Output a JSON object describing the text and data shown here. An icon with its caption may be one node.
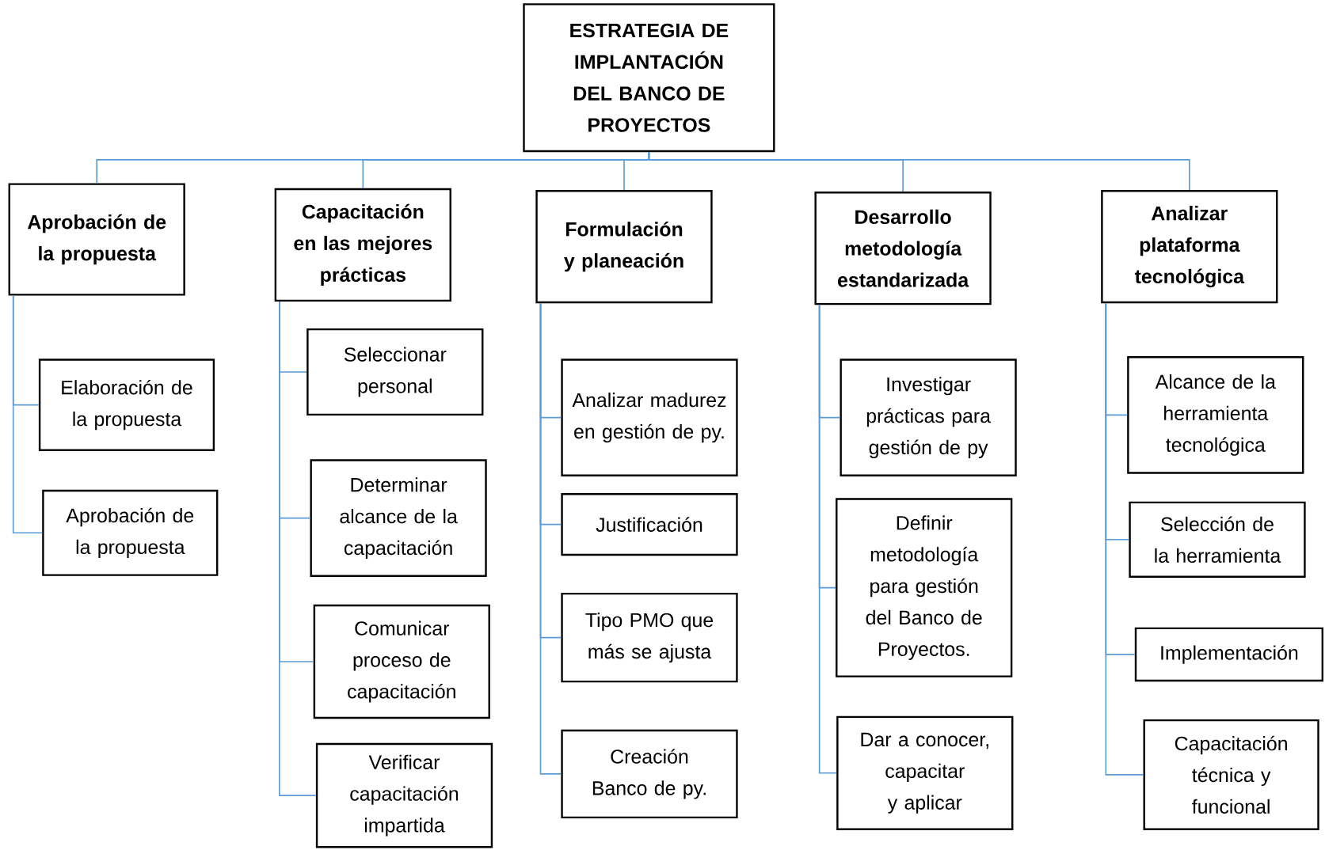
{
  "diagram": {
    "nodes": [
      {
        "text": [
          "ESTRATEGIA DE IMPLANTACIÓN DEL BANCO DE PROYECTOS"
        ]
      },
      {
        "text": [
          "Aprobación de la propuesta"
        ]
      },
      {
        "text": [
          "Capacitación en las mejores prácticas"
        ]
      },
      {
        "text": [
          "Formulación y planeación"
        ]
      },
      {
        "text": [
          "Desarrollo metodología estandarizada"
        ]
      },
      {
        "text": [
          "Analizar plataforma tecnológica"
        ]
      },
      {
        "text": [
          "Elaboración de la propuesta"
        ]
      },
      {
        "text": [
          "Aprobación de la propuesta"
        ]
      },
      {
        "text": [
          "Seleccionar personal"
        ]
      },
      {
        "text": [
          "Determinar alcance de la capacitación"
        ]
      },
      {
        "text": [
          "Comunicar proceso de capacitación"
        ]
      },
      {
        "text": [
          "Verificar capacitación impartida"
        ]
      },
      {
        "text": [
          "Analizar madurez en gestión de py."
        ]
      },
      {
        "text": [
          "Justificación"
        ]
      },
      {
        "text": [
          "Tipo PMO que más se ajusta"
        ]
      },
      {
        "text": [
          "Creación Banco de py."
        ]
      },
      {
        "text": [
          "Investigar prácticas para gestión de py"
        ]
      },
      {
        "text": [
          "Definir metodología para gestión del Banco de Proyectos."
        ]
      },
      {
        "text": [
          "Dar a conocer, capacitar y aplicar"
        ]
      },
      {
        "text": [
          "Alcance de la herramienta tecnológica"
        ]
      },
      {
        "text": [
          "Selección de la herramienta"
        ]
      },
      {
        "text": [
          "Implementación"
        ]
      },
      {
        "text": [
          "Capacitación técnica y funcional"
        ]
      }
    ],
    "edges": [
      {
        "from": 0,
        "to": 1,
        "arrow": "none"
      },
      {
        "from": 0,
        "to": 2,
        "arrow": "none"
      },
      {
        "from": 0,
        "to": 3,
        "arrow": "none"
      },
      {
        "from": 0,
        "to": 4,
        "arrow": "none"
      },
      {
        "from": 0,
        "to": 5,
        "arrow": "none"
      },
      {
        "from": 1,
        "to": 6,
        "arrow": "none"
      },
      {
        "from": 1,
        "to": 7,
        "arrow": "none"
      },
      {
        "from": 2,
        "to": 8,
        "arrow": "none"
      },
      {
        "from": 2,
        "to": 9,
        "arrow": "none"
      },
      {
        "from": 2,
        "to": 10,
        "arrow": "none"
      },
      {
        "from": 2,
        "to": 11,
        "arrow": "none"
      },
      {
        "from": 3,
        "to": 12,
        "arrow": "none"
      },
      {
        "from": 3,
        "to": 13,
        "arrow": "none"
      },
      {
        "from": 3,
        "to": 14,
        "arrow": "none"
      },
      {
        "from": 3,
        "to": 15,
        "arrow": "none"
      },
      {
        "from": 4,
        "to": 16,
        "arrow": "none"
      },
      {
        "from": 4,
        "to": 17,
        "arrow": "none"
      },
      {
        "from": 4,
        "to": 18,
        "arrow": "none"
      },
      {
        "from": 5,
        "to": 19,
        "arrow": "none"
      },
      {
        "from": 5,
        "to": 20,
        "arrow": "none"
      },
      {
        "from": 5,
        "to": 21,
        "arrow": "none"
      },
      {
        "from": 5,
        "to": 22,
        "arrow": "none"
      }
    ]
  }
}
